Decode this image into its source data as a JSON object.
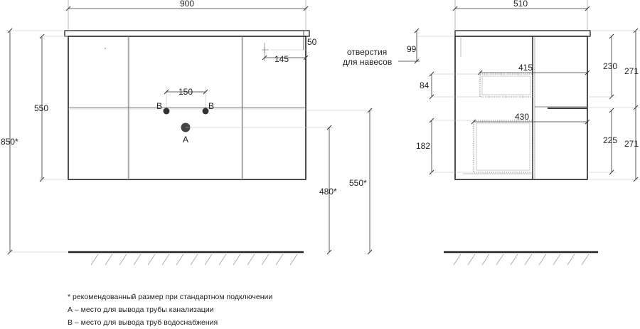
{
  "front_view": {
    "width_label": "900",
    "total_height_label": "850*",
    "cabinet_height_label": "550",
    "top_offset_label": "50",
    "side_offset_label": "145",
    "pipe_spacing_label": "150",
    "drain_height_label": "480*",
    "hang_height_label": "550*",
    "marker_b_left": "B",
    "marker_b_right": "B",
    "marker_a": "A"
  },
  "side_view": {
    "depth_label": "510",
    "hanger_label_line1": "отверстия",
    "hanger_label_line2": "для навесов",
    "hanger_offset_label": "99",
    "upper_drawer_depth_label": "415",
    "lower_drawer_depth_label": "430",
    "upper_drawer_inner_height_label": "84",
    "lower_drawer_inner_height_label": "182",
    "upper_front_label": "230",
    "lower_front_label": "225",
    "upper_section_label": "271",
    "lower_section_label": "271"
  },
  "notes": [
    "* рекомендованный размер при стандартном подключении",
    "А – место для вывода трубы канализации",
    "В – место для вывода труб водоснабжения"
  ]
}
